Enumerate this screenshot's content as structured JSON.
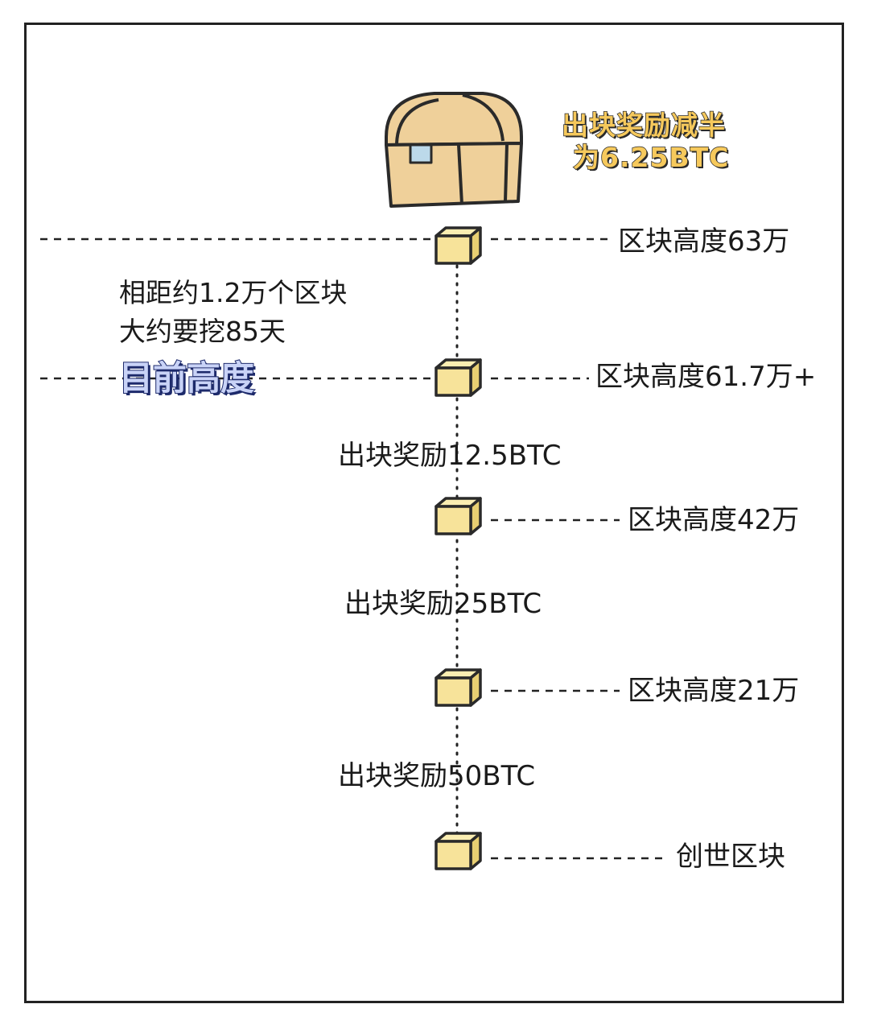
{
  "halving_note": {
    "line1": "出块奖励减半",
    "line2": "为6.25BTC"
  },
  "distance_note": {
    "line1": "相距约1.2万个区块",
    "line2": "大约要挖85天"
  },
  "current_height_label": "目前高度",
  "milestones": [
    {
      "label": "区块高度63万"
    },
    {
      "label": "区块高度61.7万+"
    },
    {
      "label": "区块高度42万"
    },
    {
      "label": "区块高度21万"
    },
    {
      "label": "创世区块"
    }
  ],
  "rewards": [
    {
      "label": "出块奖励12.5BTC"
    },
    {
      "label": "出块奖励25BTC"
    },
    {
      "label": "出块奖励50BTC"
    }
  ],
  "colors": {
    "block_fill": "#f7e39a",
    "chest_fill": "#efd09a",
    "chest_lock": "#bcd9ea",
    "headline": "#f6c95c",
    "current_label": "#c9d3f7"
  }
}
